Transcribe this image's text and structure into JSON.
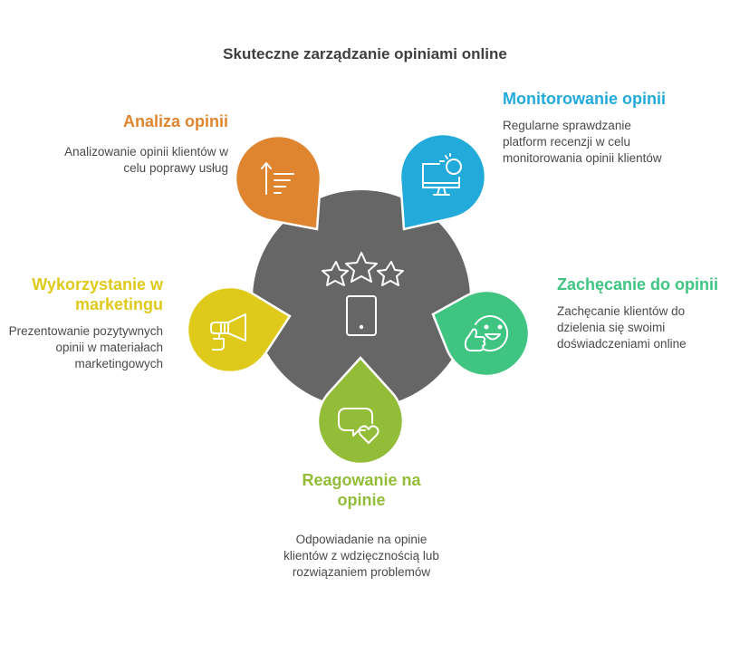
{
  "title": "Skuteczne zarządzanie opiniami online",
  "center": {
    "color": "#666666",
    "icon": "stars-rating-tablet-icon"
  },
  "items": [
    {
      "id": "analiza",
      "heading": "Analiza opinii",
      "description": "Analizowanie opinii klientów w celu poprawy usług",
      "color": "#E0852F",
      "icon": "sort-ascending-icon"
    },
    {
      "id": "monitorowanie",
      "heading": "Monitorowanie opinii",
      "description": "Regularne sprawdzanie platform recenzji w celu monitorowania opinii klientów",
      "color": "#22AADB",
      "icon": "monitor-search-icon"
    },
    {
      "id": "marketing",
      "heading": "Wykorzystanie w marketingu",
      "description": "Prezentowanie pozytywnych opinii w materiałach marketingowych",
      "color": "#DFCA1B",
      "icon": "megaphone-icon"
    },
    {
      "id": "zachecanie",
      "heading": "Zachęcanie do opinii",
      "description": "Zachęcanie klientów do dzielenia się swoimi doświadczeniami online",
      "color": "#3FC482",
      "icon": "smiley-thumbs-up-icon"
    },
    {
      "id": "reagowanie",
      "heading": "Reagowanie na opinie",
      "description": "Odpowiadanie na opinie klientów z wdzięcznością lub rozwiązaniem problemów",
      "color": "#93BC38",
      "icon": "chat-heart-icon"
    }
  ]
}
